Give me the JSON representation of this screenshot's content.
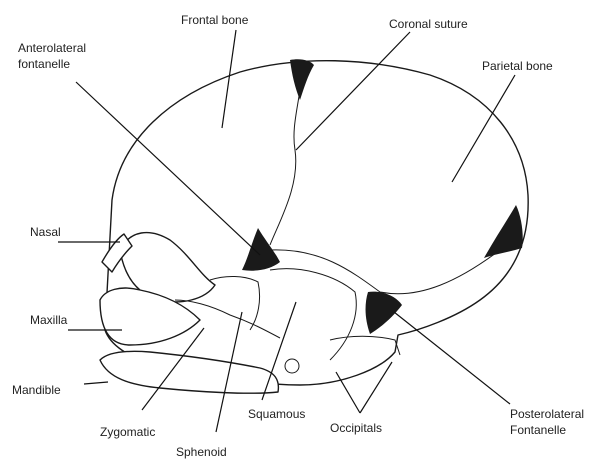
{
  "labels": {
    "frontal_bone": "Frontal bone",
    "coronal_suture": "Coronal suture",
    "anterolateral_line1": "Anterolateral",
    "anterolateral_line2": "fontanelle",
    "parietal_bone": "Parietal bone",
    "nasal": "Nasal",
    "maxilla": "Maxilla",
    "mandible": "Mandible",
    "zygomatic": "Zygomatic",
    "sphenoid": "Sphenoid",
    "squamous": "Squamous",
    "occipitals": "Occipitals",
    "posterolateral_line1": "Posterolateral",
    "posterolateral_line2": "Fontanelle"
  },
  "colors": {
    "outline": "#1a1a1a",
    "fontanelle_fill": "#1a1a1a",
    "background": "#ffffff"
  }
}
